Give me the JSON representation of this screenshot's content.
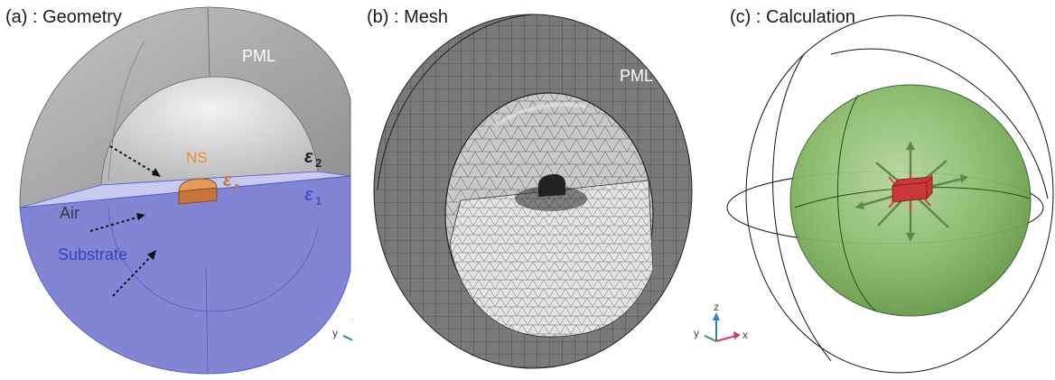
{
  "panels": [
    {
      "title": "(a) : Geometry"
    },
    {
      "title": "(b) : Mesh"
    },
    {
      "title": "(c) : Calculation"
    }
  ],
  "geometry": {
    "pml": "PML",
    "ns": "NS",
    "air": "Air",
    "substrate": "Substrate",
    "eps_r_base": "ε",
    "eps_r_sub": "r",
    "eps1_base": "ε",
    "eps1_sub": "1",
    "eps2_base": "ε",
    "eps2_sub": "2"
  },
  "mesh": {
    "pml": "PML"
  },
  "axes": {
    "x": "x",
    "y": "y",
    "z": "z"
  },
  "colors": {
    "pml_gray": "#9a9a9a",
    "air_gray": "#d7d7d7",
    "substrate_blue": "#7b7fd1",
    "ns_orange": "#e58a3c",
    "label_orange": "#f08a24",
    "eps_blue": "#4a4fd0",
    "sphere_green": "#8bbf6e",
    "dipole_red": "#d84040"
  }
}
